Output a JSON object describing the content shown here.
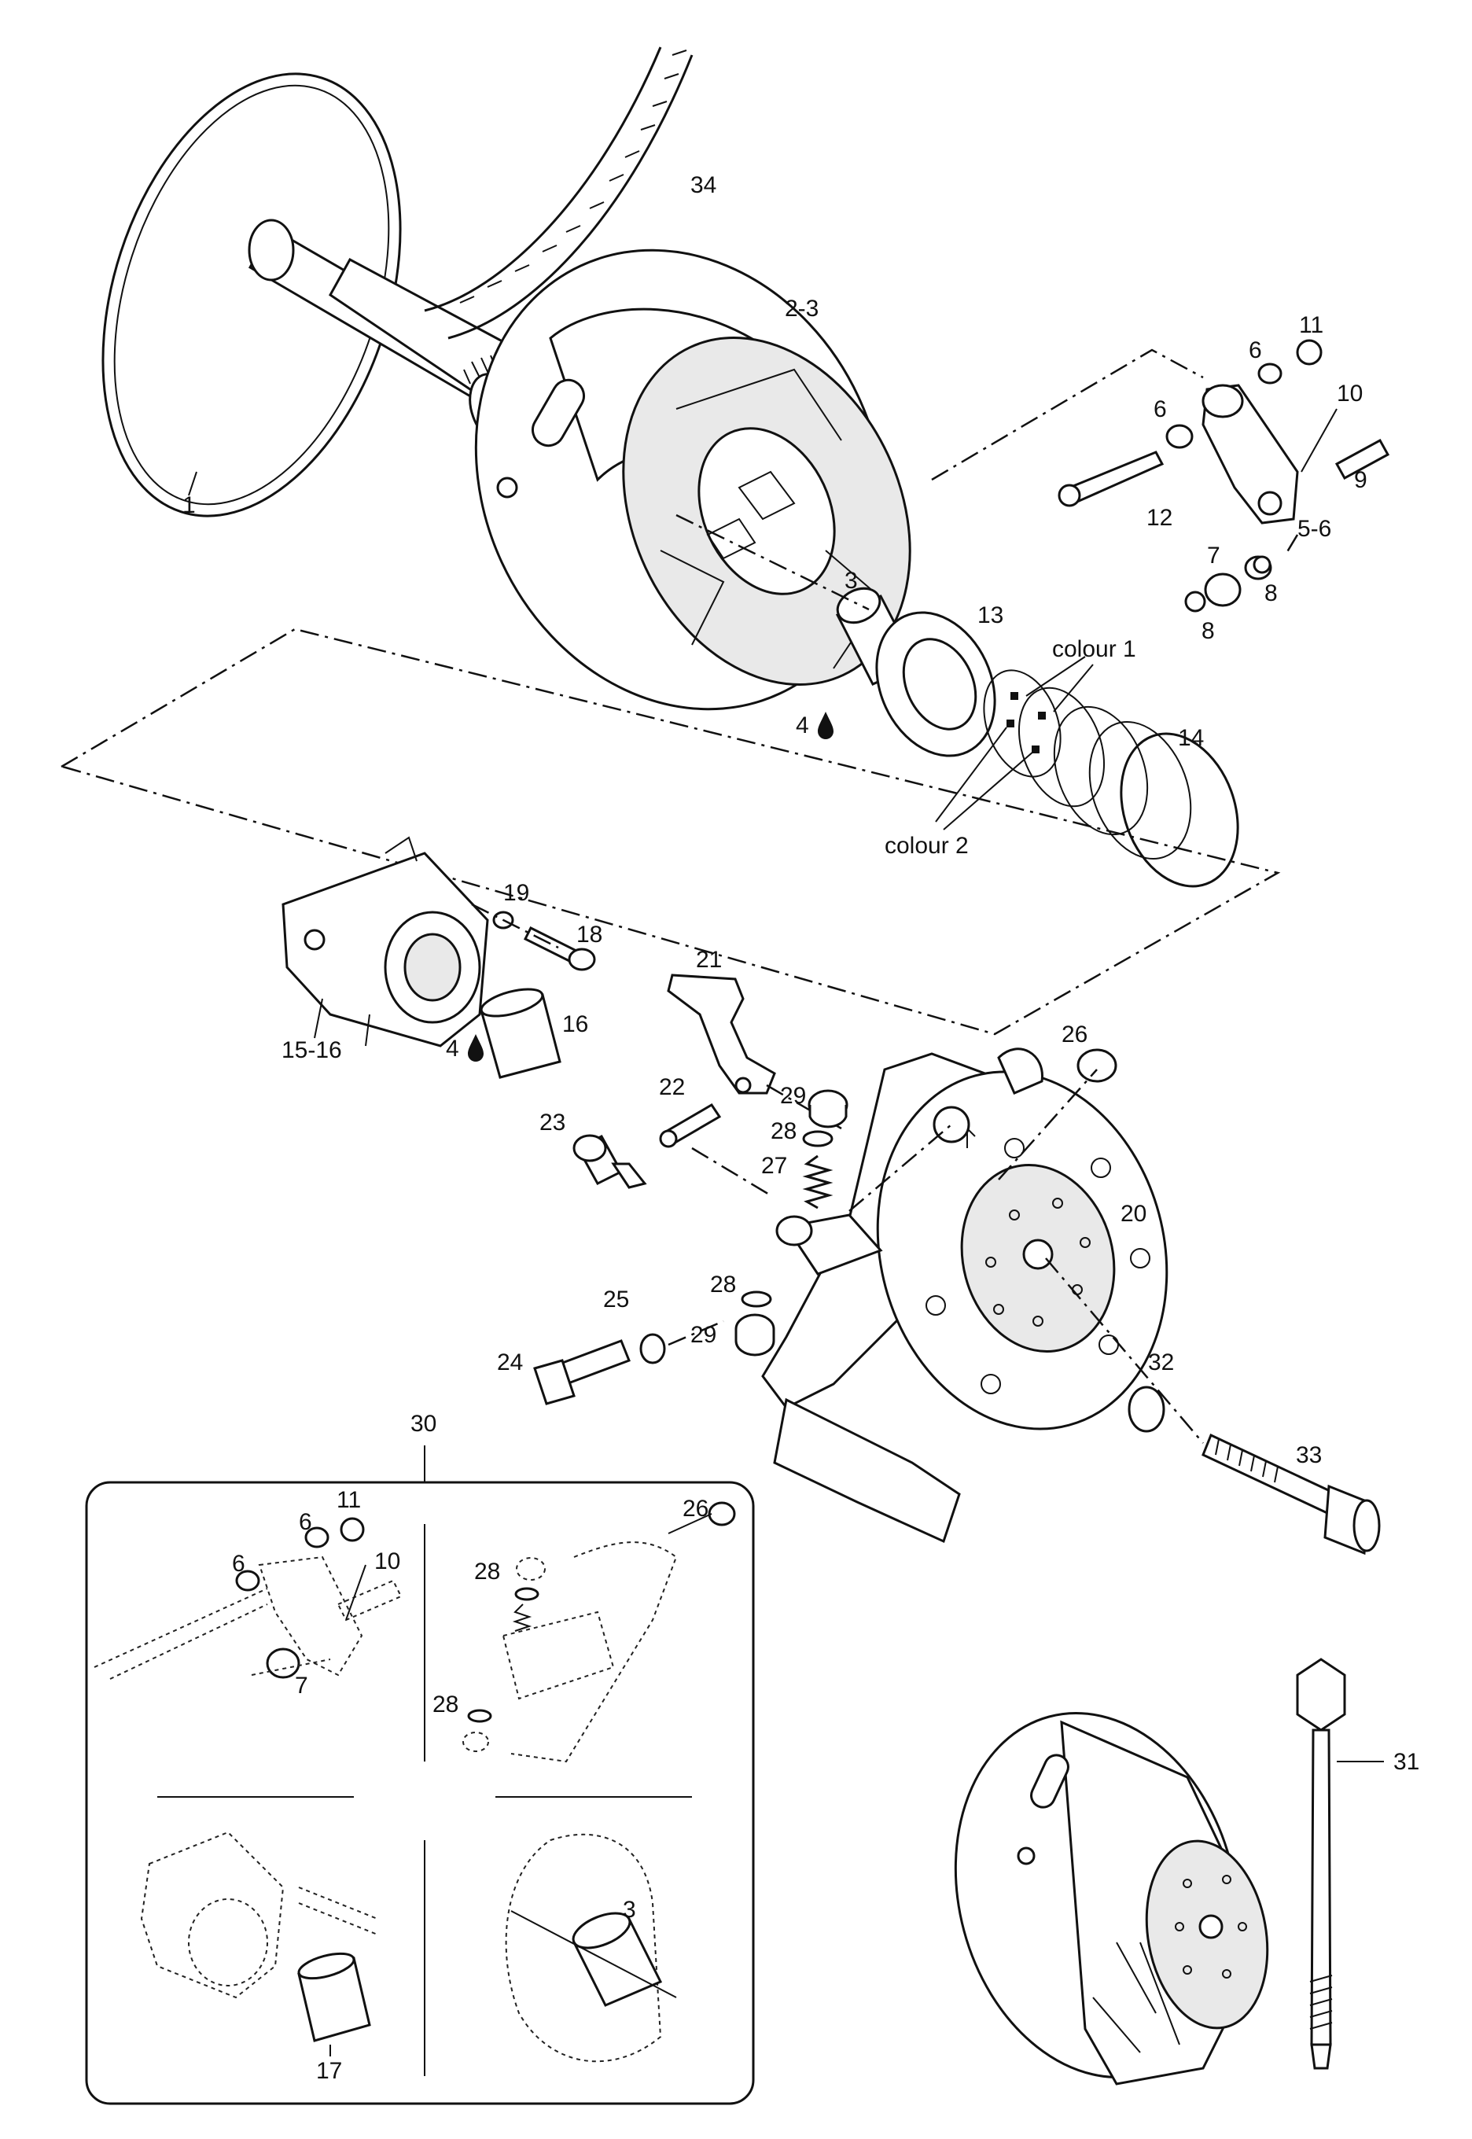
{
  "labels": {
    "p1": "1",
    "p2_3": "2-3",
    "p3": "3",
    "p4a": "4",
    "p4b": "4",
    "p5_6": "5-6",
    "p6a": "6",
    "p6b": "6",
    "p7": "7",
    "p8a": "8",
    "p8b": "8",
    "p9": "9",
    "p10": "10",
    "p11": "11",
    "p12": "12",
    "p13": "13",
    "p14": "14",
    "p15_16": "15-16",
    "p16": "16",
    "p18": "18",
    "p19": "19",
    "p20": "20",
    "p21": "21",
    "p22": "22",
    "p23": "23",
    "p24": "24",
    "p25": "25",
    "p26": "26",
    "p27": "27",
    "p28a": "28",
    "p28b": "28",
    "p29a": "29",
    "p29b": "29",
    "p30": "30",
    "p31": "31",
    "p32": "32",
    "p33": "33",
    "p34": "34",
    "colour1": "colour 1",
    "colour2": "colour 2",
    "i11": "11",
    "i6a": "6",
    "i6b": "6",
    "i10": "10",
    "i7": "7",
    "i26": "26",
    "i28a": "28",
    "i28b": "28",
    "i17": "17",
    "i3": "3"
  },
  "icons": {
    "lubricant": "oil-drop-icon"
  }
}
